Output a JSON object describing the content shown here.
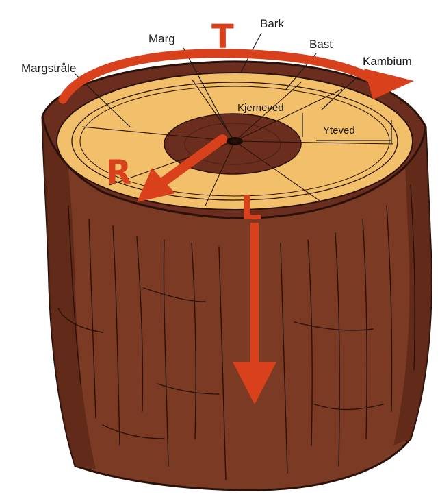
{
  "labels": {
    "marg": "Marg",
    "bark": "Bark",
    "bast": "Bast",
    "kambium": "Kambium",
    "margstrale": "Margstråle",
    "kjerneved": "Kjerneved",
    "yteved": "Yteved"
  },
  "axes": {
    "tangential": "T",
    "radial": "R",
    "longitudinal": "L"
  },
  "colors": {
    "bark": "#7a3a24",
    "bark_dark": "#3b1a10",
    "sapwood": "#f2bf6a",
    "heartwood": "#6b2e1e",
    "arrow": "#d9401c",
    "text": "#1a1a1a"
  }
}
